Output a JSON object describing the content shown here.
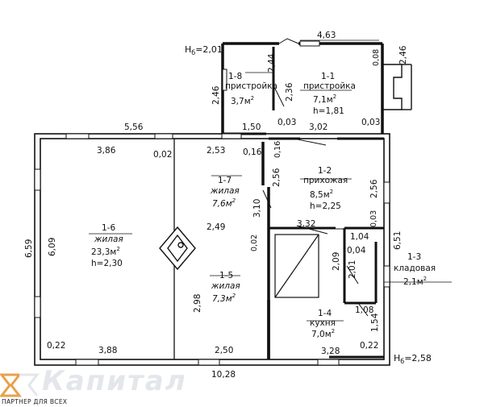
{
  "heights": {
    "top_left": "Н",
    "top_left_sub": "б",
    "top_left_val": "=2,01",
    "bottom_right": "Н",
    "bottom_right_sub": "б",
    "bottom_right_val": "=2,58"
  },
  "rooms": {
    "r1_1": {
      "num": "1-1",
      "name": "пристройка",
      "area": "7,1м",
      "h": "h=1,81"
    },
    "r1_2": {
      "num": "1-2",
      "name": "прихожая",
      "area": "8,5м",
      "h": "h=2,25"
    },
    "r1_3": {
      "num": "1-3",
      "name": "кладовая",
      "area": "2,1м"
    },
    "r1_4": {
      "num": "1-4",
      "name": "кухня",
      "area": "7,0м"
    },
    "r1_5": {
      "num": "1-5",
      "name": "жилая",
      "area": "7,3м"
    },
    "r1_6": {
      "num": "1-6",
      "name": "жилая",
      "area": "23,3м",
      "h": "h=2,30"
    },
    "r1_7": {
      "num": "1-7",
      "name": "жилая",
      "area": "7,6м"
    },
    "r1_8": {
      "num": "1-8",
      "name": "пристройка",
      "area": "3,7м"
    },
    "sup": "2"
  },
  "dims": {
    "d_463": "4,63",
    "d_246a": "2,46",
    "d_246b": "2,46",
    "d_244": "2,44",
    "d_236": "2,36",
    "d_008": "0,08",
    "d_003a": "0,03",
    "d_003b": "0,03",
    "d_150": "1,50",
    "d_302": "3,02",
    "d_556": "5,56",
    "d_386": "3,86",
    "d_002": "0,02",
    "d_253": "2,53",
    "d_016a": "0,16",
    "d_016b": "0,16",
    "d_256a": "2,56",
    "d_256b": "2,56",
    "d_310": "3,10",
    "d_249": "2,49",
    "d_332": "3,32",
    "d_003c": "0,03",
    "d_651": "6,51",
    "d_659": "6,59",
    "d_609": "6,09",
    "d_002b": "0,02",
    "d_104": "1,04",
    "d_004": "0,04",
    "d_209": "2,09",
    "d_201": "2,01",
    "d_298": "2,98",
    "d_108": "1,08",
    "d_154": "1,54",
    "d_022a": "0,22",
    "d_022b": "0,22",
    "d_388": "3,88",
    "d_250": "2,50",
    "d_328": "3,28",
    "d_1028": "10,28"
  },
  "watermark": {
    "text": "Капитал",
    "sub": "ПАРТНЕР ДЛЯ ВСЕХ"
  }
}
